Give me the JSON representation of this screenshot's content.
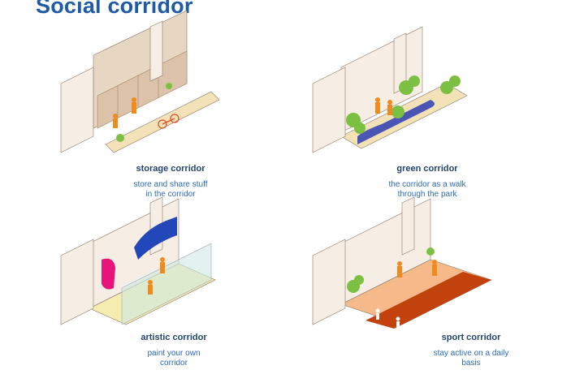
{
  "title": "Social corridor",
  "panels": [
    {
      "name": "storage corridor",
      "description": [
        "store and share stuff",
        "in the corridor"
      ]
    },
    {
      "name": "green corridor",
      "description": [
        "the corridor as a walk",
        "through the park"
      ]
    },
    {
      "name": "artistic corridor",
      "description": [
        "paint your own",
        "corridor"
      ]
    },
    {
      "name": "sport corridor",
      "description": [
        "stay active on a daily",
        "basis"
      ]
    }
  ],
  "colors": {
    "title": "#1f5aa6",
    "wall_light": "#f6eee4",
    "wall_dark": "#e6d6c2",
    "floor": "#f3e2b8",
    "figure": "#f08a1c",
    "plant": "#7cc043",
    "green_band": "#4b55b5",
    "art_blue": "#2347b8",
    "art_magenta": "#e6147b",
    "track": "#c2410c",
    "track_light": "#f6b98a"
  }
}
